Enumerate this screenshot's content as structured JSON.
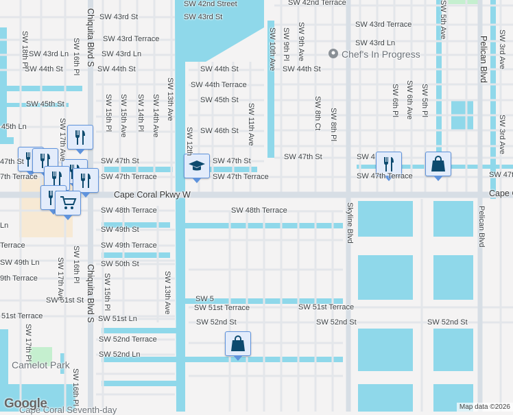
{
  "map": {
    "colors": {
      "land": "#f4f3f3",
      "water": "#8fd8ea",
      "road": "#ffffff",
      "major_road": "#d7dee5",
      "park": "#c5efcf",
      "commercial": "#f7e9d4",
      "pin_bg": "#e3ecfb",
      "pin_border": "#5f93dc",
      "pin_icon": "#0d4a6e"
    },
    "streets": {
      "sw42nd_terrace": "SW 42nd Terrace",
      "sw42nd_st": "SW 42nd Street",
      "sw43rd_st": "SW 43rd St",
      "sw43rd_terrace_w": "SW 43rd Terrace",
      "sw43rd_terrace_e": "SW 43rd Terrace",
      "sw43rd_ln_w": "SW 43rd Ln",
      "sw43rd_ln_e": "SW 43rd Ln",
      "sw44th_st_w": "SW 44th St",
      "sw44th_st_c": "SW 44th St",
      "sw44th_st_e": "SW 44th St",
      "sw44th_terrace": "SW 44th Terrace",
      "sw45th_st_w": "SW 45th St",
      "sw45th_st_c": "SW 45th St",
      "sw45th_ln": "45th Ln",
      "sw46th_st": "SW 46th St",
      "sw47th_st_w": "47th St",
      "sw47th_st_c": "SW 47th St",
      "sw47th_st_c2": "SW 47th St",
      "sw47th_st_e": "SW 4",
      "sw47th_terrace_w": "7th Terrace",
      "sw47th_terrace_c": "SW 47th Terrace",
      "sw47th_terrace_c2": "SW 47th Terrace",
      "sw47th_terrace_e": "SW 47th Terrace",
      "sw47th_terrace_far": "SW 47th",
      "cape_coral_pkwy": "Cape Coral Pkwy W",
      "cape_coral_pkwy_e": "Cape C",
      "sw48th_ln": "Ln",
      "sw48th_terrace_c": "SW 48th Terrace",
      "sw48th_terrace_e": "SW 48th Terrace",
      "sw49th_st": "SW 49th St",
      "sw49th_terrace_w": "Terrace",
      "sw49th_terrace": "SW 49th Terrace",
      "sw49th_ln": "SW 49th Ln",
      "sw49th_terrace_w2": "9th Terrace",
      "sw50th_st": "SW 50th St",
      "sw51st_st": "SW 51st St",
      "sw51st_terrace_w": "51st Terrace",
      "sw51st_terrace_c": "SW 51st Terrace",
      "sw51st_terrace_e": "SW 51st Terrace",
      "sw51st_ln": "SW 51st Ln",
      "sw52nd_st_c": "SW 52nd St",
      "sw52nd_st_e": "SW 52nd St",
      "sw52nd_st_far": "SW 52nd St",
      "sw52nd_terrace": "SW 52nd Terrace",
      "sw52nd_ln": "SW 52nd Ln",
      "sw18th_pl": "SW 18th Pl",
      "sw16th_pl_n": "SW 16th Pl",
      "sw17th_ave_n": "SW 17th Ave",
      "sw15th_pl_n": "SW 15th Pl",
      "sw15th_ave": "SW 15th Ave",
      "sw14th_pl": "SW 14th Pl",
      "sw14th_ave": "SW 14th Ave",
      "sw13th_ave_n": "SW 13th Ave",
      "sw12th": "SW 12th",
      "sw11th_ave": "SW 11th Ave",
      "sw10th_ave": "SW 10th Ave",
      "sw9th_pl": "SW 9th Pl",
      "sw9th_ave": "SW 9th Ave",
      "sw8th_ct": "SW 8th Ct",
      "sw8th_pl": "SW 8th Pl",
      "sw6th_pl": "SW 6th Pl",
      "sw6th_ave": "SW 6th Ave",
      "sw5th_pl": "SW 5th Pl",
      "sw5th_ave": "SW 5th Ave",
      "sw3rd_ave_n": "SW 3rd Ave",
      "sw3rd_ave_s": "SW 3rd Ave",
      "sw16th_pl_s": "SW 16th Pl",
      "sw17th_ave_s": "SW 17th Ave",
      "sw15th_pl_s": "SW 15th Pl",
      "sw13th_ave_s": "SW 13th Ave",
      "sw17th_pl": "SW 17th Pl",
      "sw16th_pl_b": "SW 16th Pl",
      "chiquita_n": "Chiquita Blvd S",
      "chiquita_s": "Chiquita Blvd S",
      "skyline": "Skyline Blvd",
      "pelican_n": "Pelican Blvd",
      "pelican_s": "Pelican Blvd",
      "sw51_partial": "SW 5"
    },
    "places": {
      "chefs": "Chef's In Progress",
      "camelot_park": "Camelot Park",
      "bottom_partial": "Cape Coral Seventh-day"
    },
    "markers": [
      {
        "type": "restaurant",
        "icon": "fork-knife-icon"
      },
      {
        "type": "restaurant",
        "icon": "fork-knife-icon"
      },
      {
        "type": "restaurant",
        "icon": "fork-knife-icon"
      },
      {
        "type": "restaurant",
        "icon": "fork-knife-icon"
      },
      {
        "type": "restaurant",
        "icon": "fork-knife-icon"
      },
      {
        "type": "restaurant",
        "icon": "fork-knife-icon"
      },
      {
        "type": "grocery",
        "icon": "shopping-cart-icon"
      },
      {
        "type": "school",
        "icon": "graduation-cap-icon"
      },
      {
        "type": "restaurant",
        "icon": "fork-knife-icon"
      },
      {
        "type": "store",
        "icon": "shopping-bag-icon"
      },
      {
        "type": "store",
        "icon": "shopping-bag-icon"
      }
    ],
    "logo": "Google",
    "attribution": "Map data ©2026"
  }
}
